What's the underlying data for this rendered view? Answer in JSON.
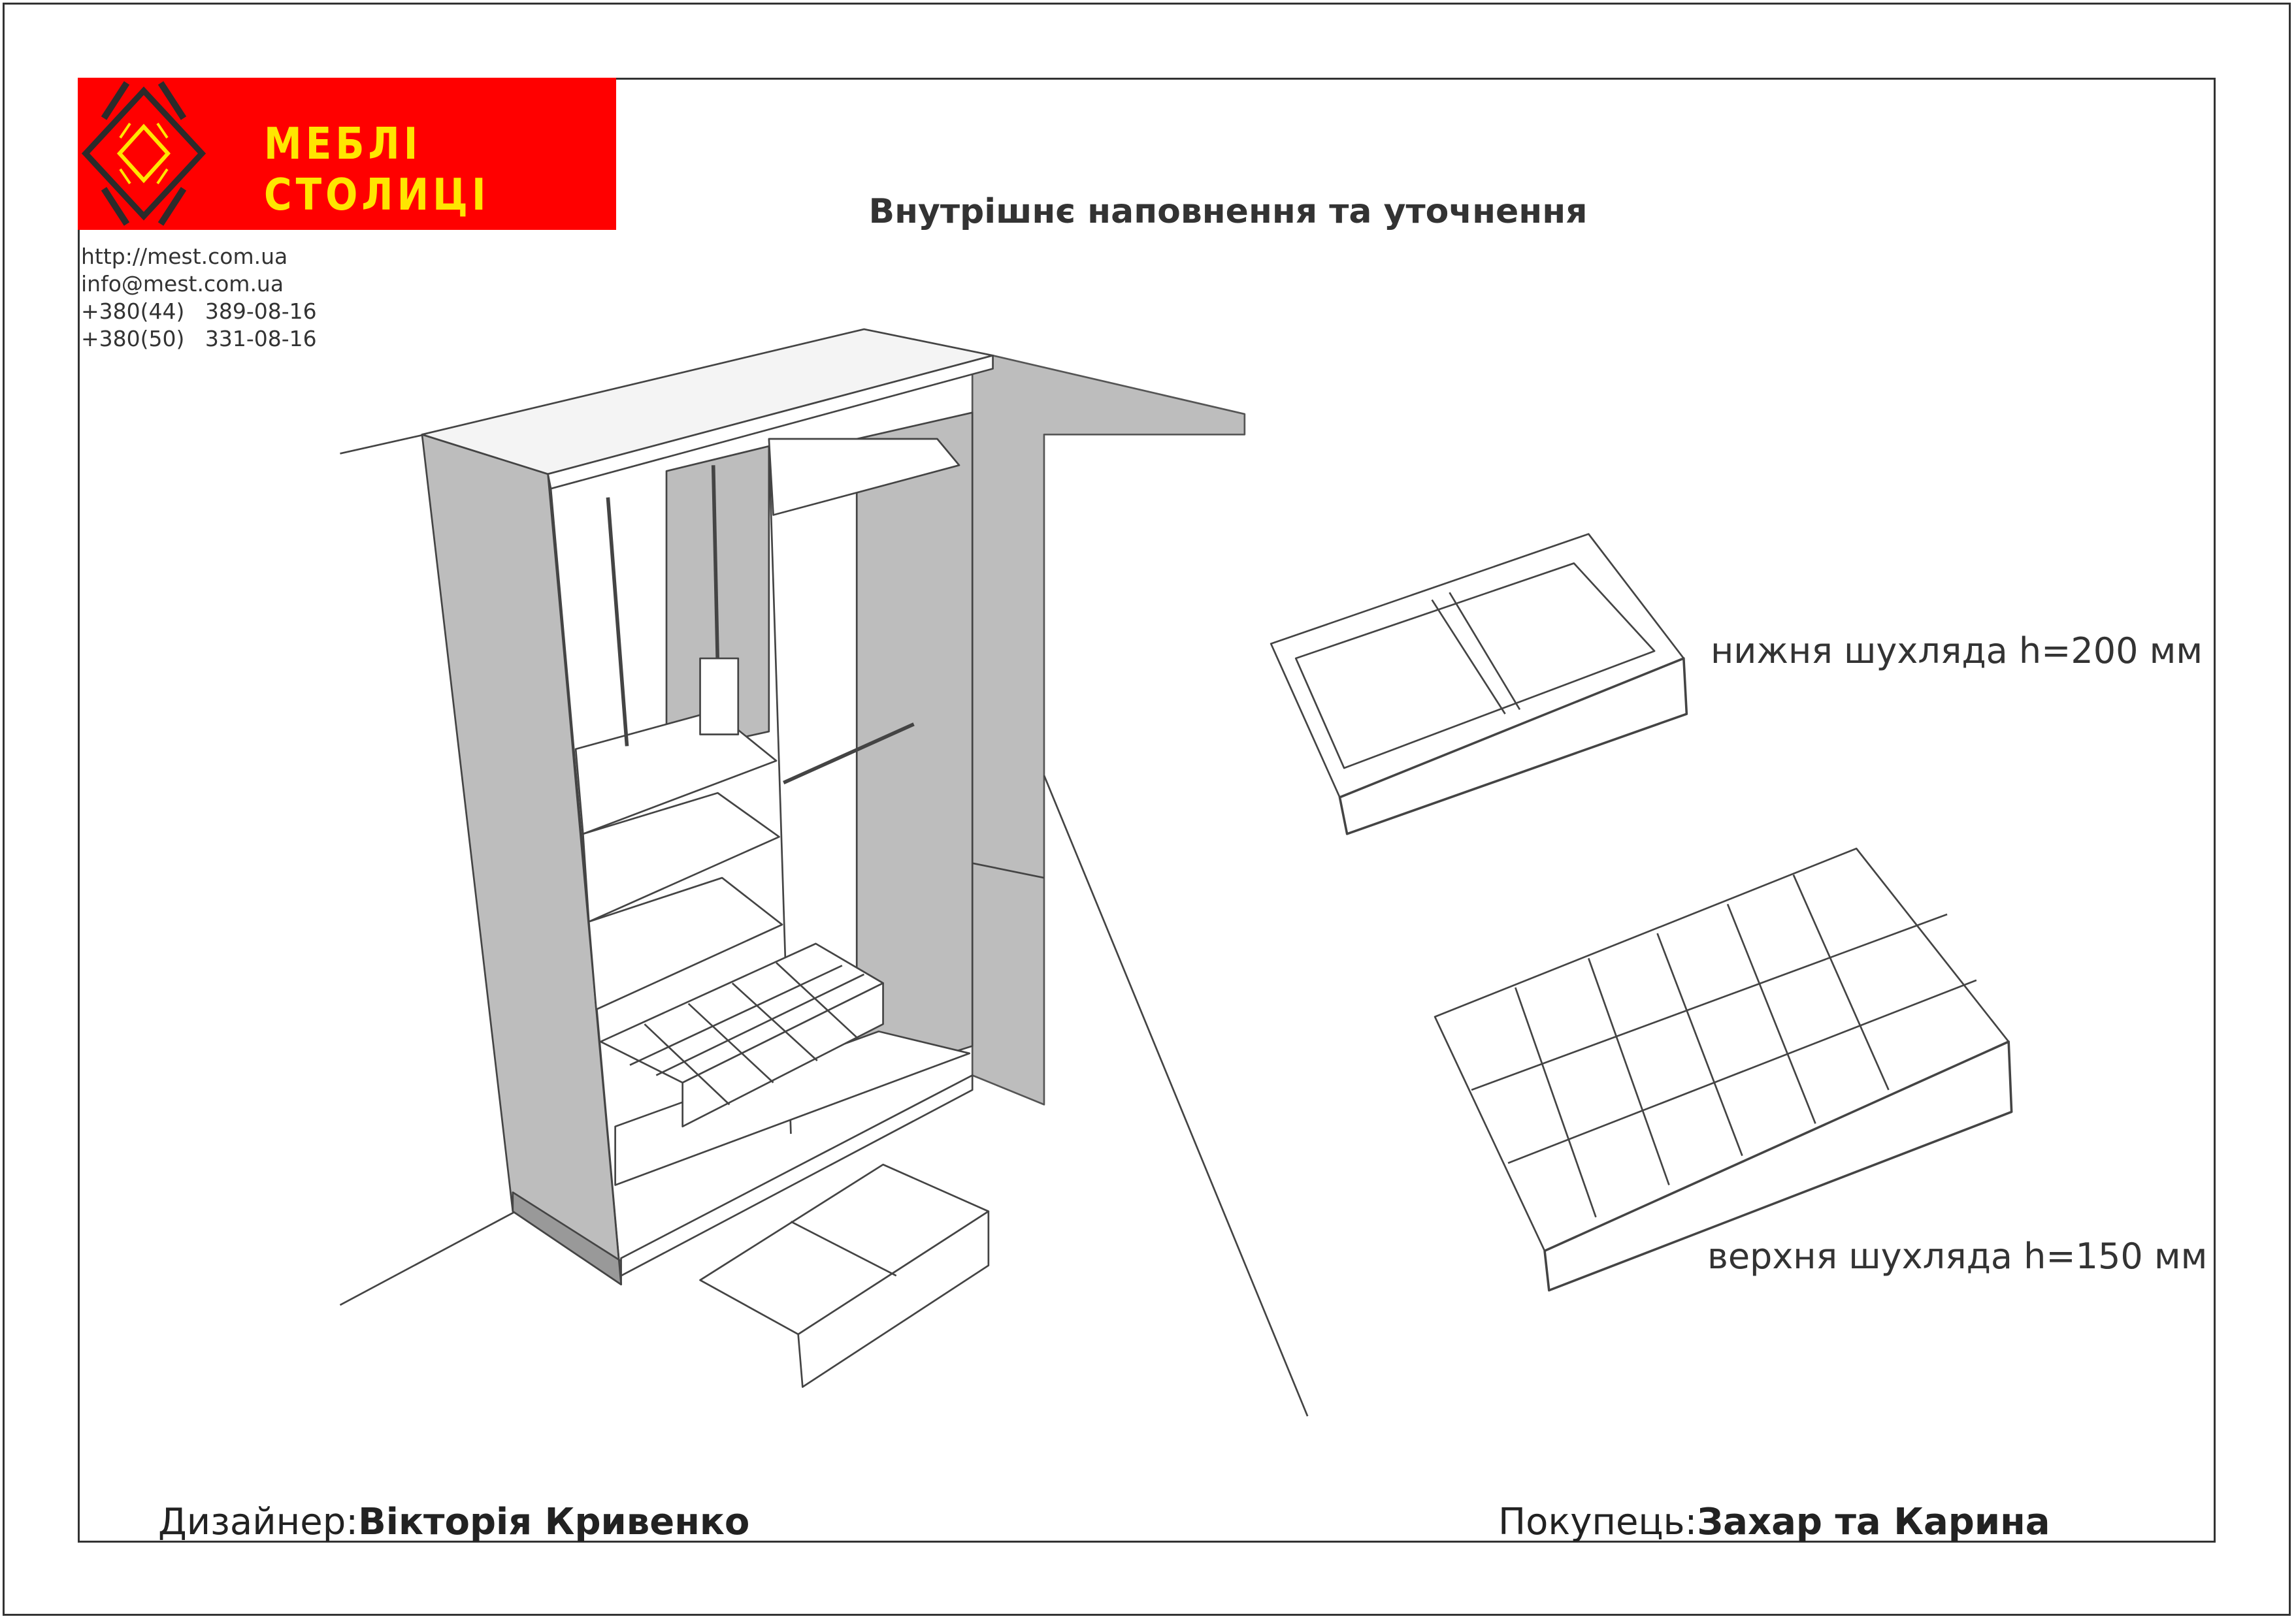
{
  "header": {
    "brand": "МЕБЛІ СТОЛИЦІ",
    "title": "Внутрішнє наповнення та уточнення"
  },
  "contacts": {
    "website": "http://mest.com.ua",
    "email": "info@mest.com.ua",
    "phone1": "+380(44)   389-08-16",
    "phone2": "+380(50)   331-08-16"
  },
  "labels": {
    "lower_drawer": "нижня шухляда h=200 мм",
    "upper_drawer": "верхня шухляда h=150 мм"
  },
  "footer": {
    "designer_label": "Дизайнер:",
    "designer_name": "Вікторія Кривенко",
    "customer_label": "Покупець:",
    "customer_name": "Захар та Карина"
  },
  "colors": {
    "brand_red": "#ff0000",
    "brand_yellow": "#ffe600",
    "panel_gray": "#bdbdbd"
  }
}
